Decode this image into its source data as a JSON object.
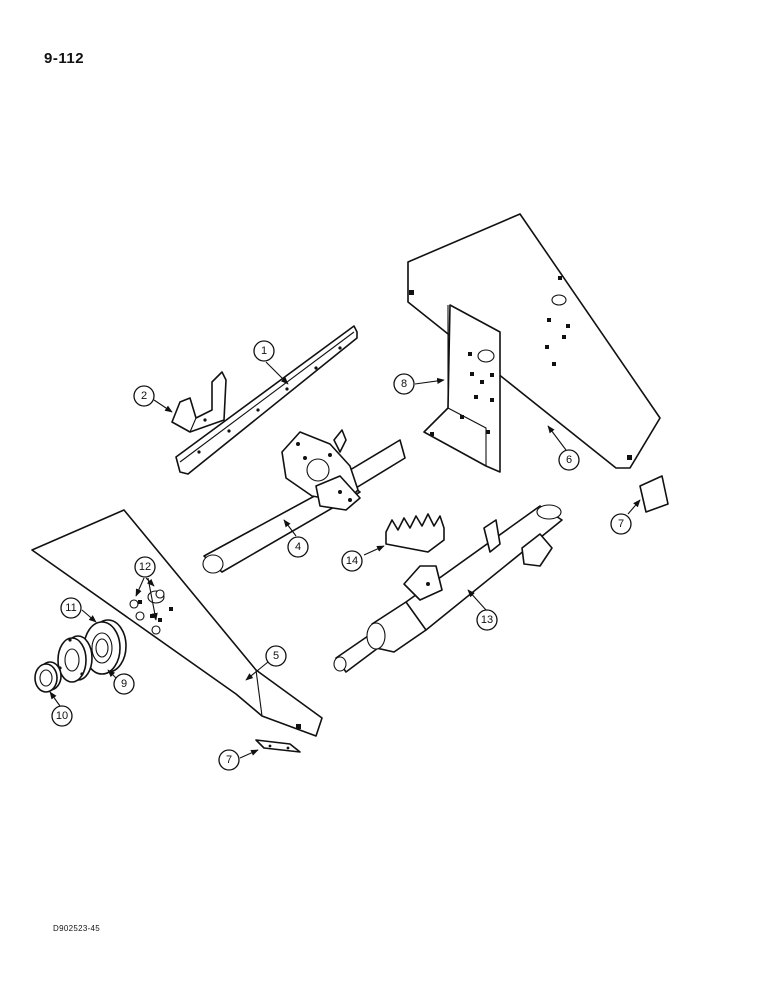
{
  "page": {
    "page_number": "9-112",
    "document_code": "D902523-45"
  },
  "callouts": [
    {
      "label": "1"
    },
    {
      "label": "2"
    },
    {
      "label": "8"
    },
    {
      "label": "6"
    },
    {
      "label": "7"
    },
    {
      "label": "4"
    },
    {
      "label": "14"
    },
    {
      "label": "13"
    },
    {
      "label": "12"
    },
    {
      "label": "11"
    },
    {
      "label": "9"
    },
    {
      "label": "10"
    },
    {
      "label": "5"
    },
    {
      "label": "7"
    }
  ],
  "colors": {
    "ink": "#111111",
    "paper": "#ffffff"
  }
}
